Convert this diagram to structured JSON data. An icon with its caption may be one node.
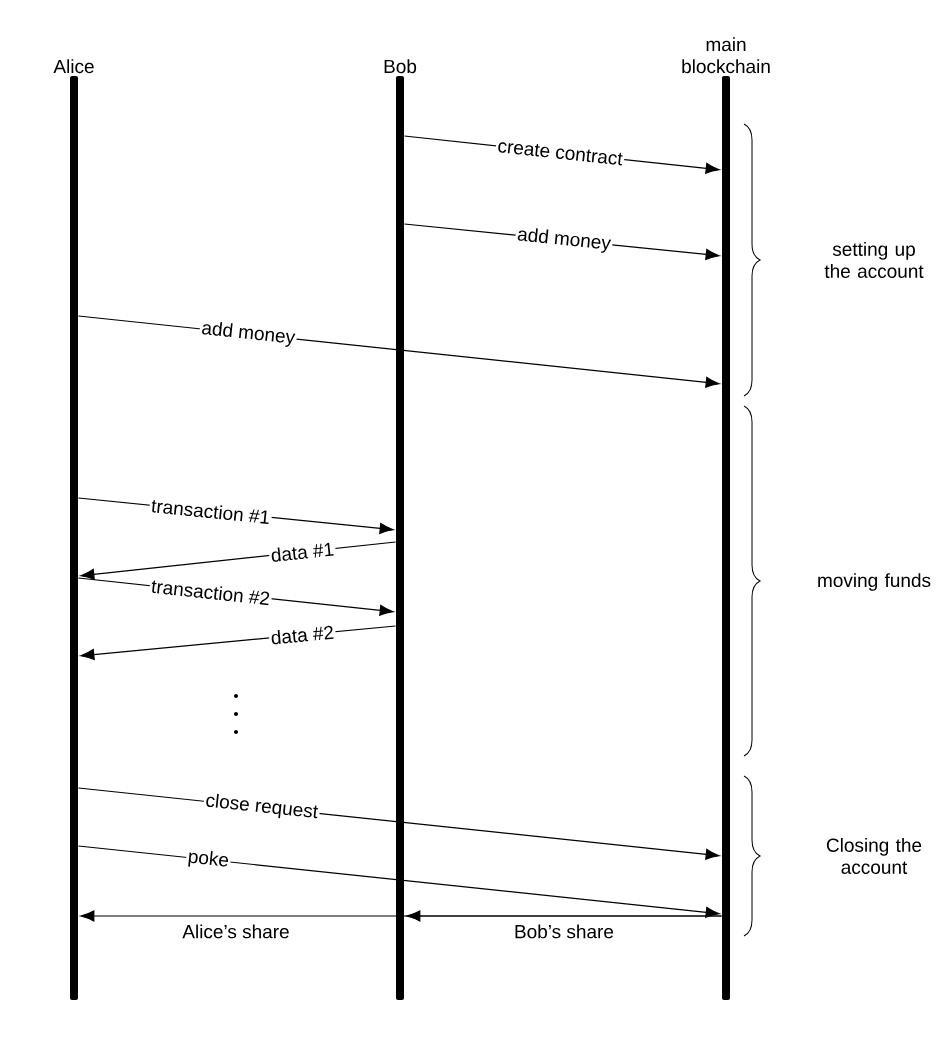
{
  "diagram": {
    "nodes": [
      {
        "text": [
          "Alice"
        ]
      },
      {
        "text": [
          "Bob"
        ]
      },
      {
        "text": [
          "main blockchain"
        ]
      }
    ],
    "edges": [
      {
        "from": 1,
        "to": 2,
        "arrow": "to",
        "label": "create contract"
      },
      {
        "from": 1,
        "to": 2,
        "arrow": "to",
        "label": "add money"
      },
      {
        "from": 0,
        "to": 2,
        "arrow": "to",
        "label": "add money"
      },
      {
        "from": 0,
        "to": 1,
        "arrow": "to",
        "label": "transaction #1"
      },
      {
        "from": 1,
        "to": 0,
        "arrow": "to",
        "label": "data #1"
      },
      {
        "from": 0,
        "to": 1,
        "arrow": "to",
        "label": "transaction #2"
      },
      {
        "from": 1,
        "to": 0,
        "arrow": "to",
        "label": "data #2"
      },
      {
        "from": 0,
        "to": 2,
        "arrow": "to",
        "label": "close request"
      },
      {
        "from": 0,
        "to": 2,
        "arrow": "to",
        "label": "poke"
      },
      {
        "from": 2,
        "to": 0,
        "arrow": "to",
        "label": "Alice’s share"
      },
      {
        "from": 2,
        "to": 1,
        "arrow": "to",
        "label": "Bob’s share"
      }
    ],
    "labels": [
      "setting up the account",
      "moving funds",
      "Closing the account"
    ]
  }
}
